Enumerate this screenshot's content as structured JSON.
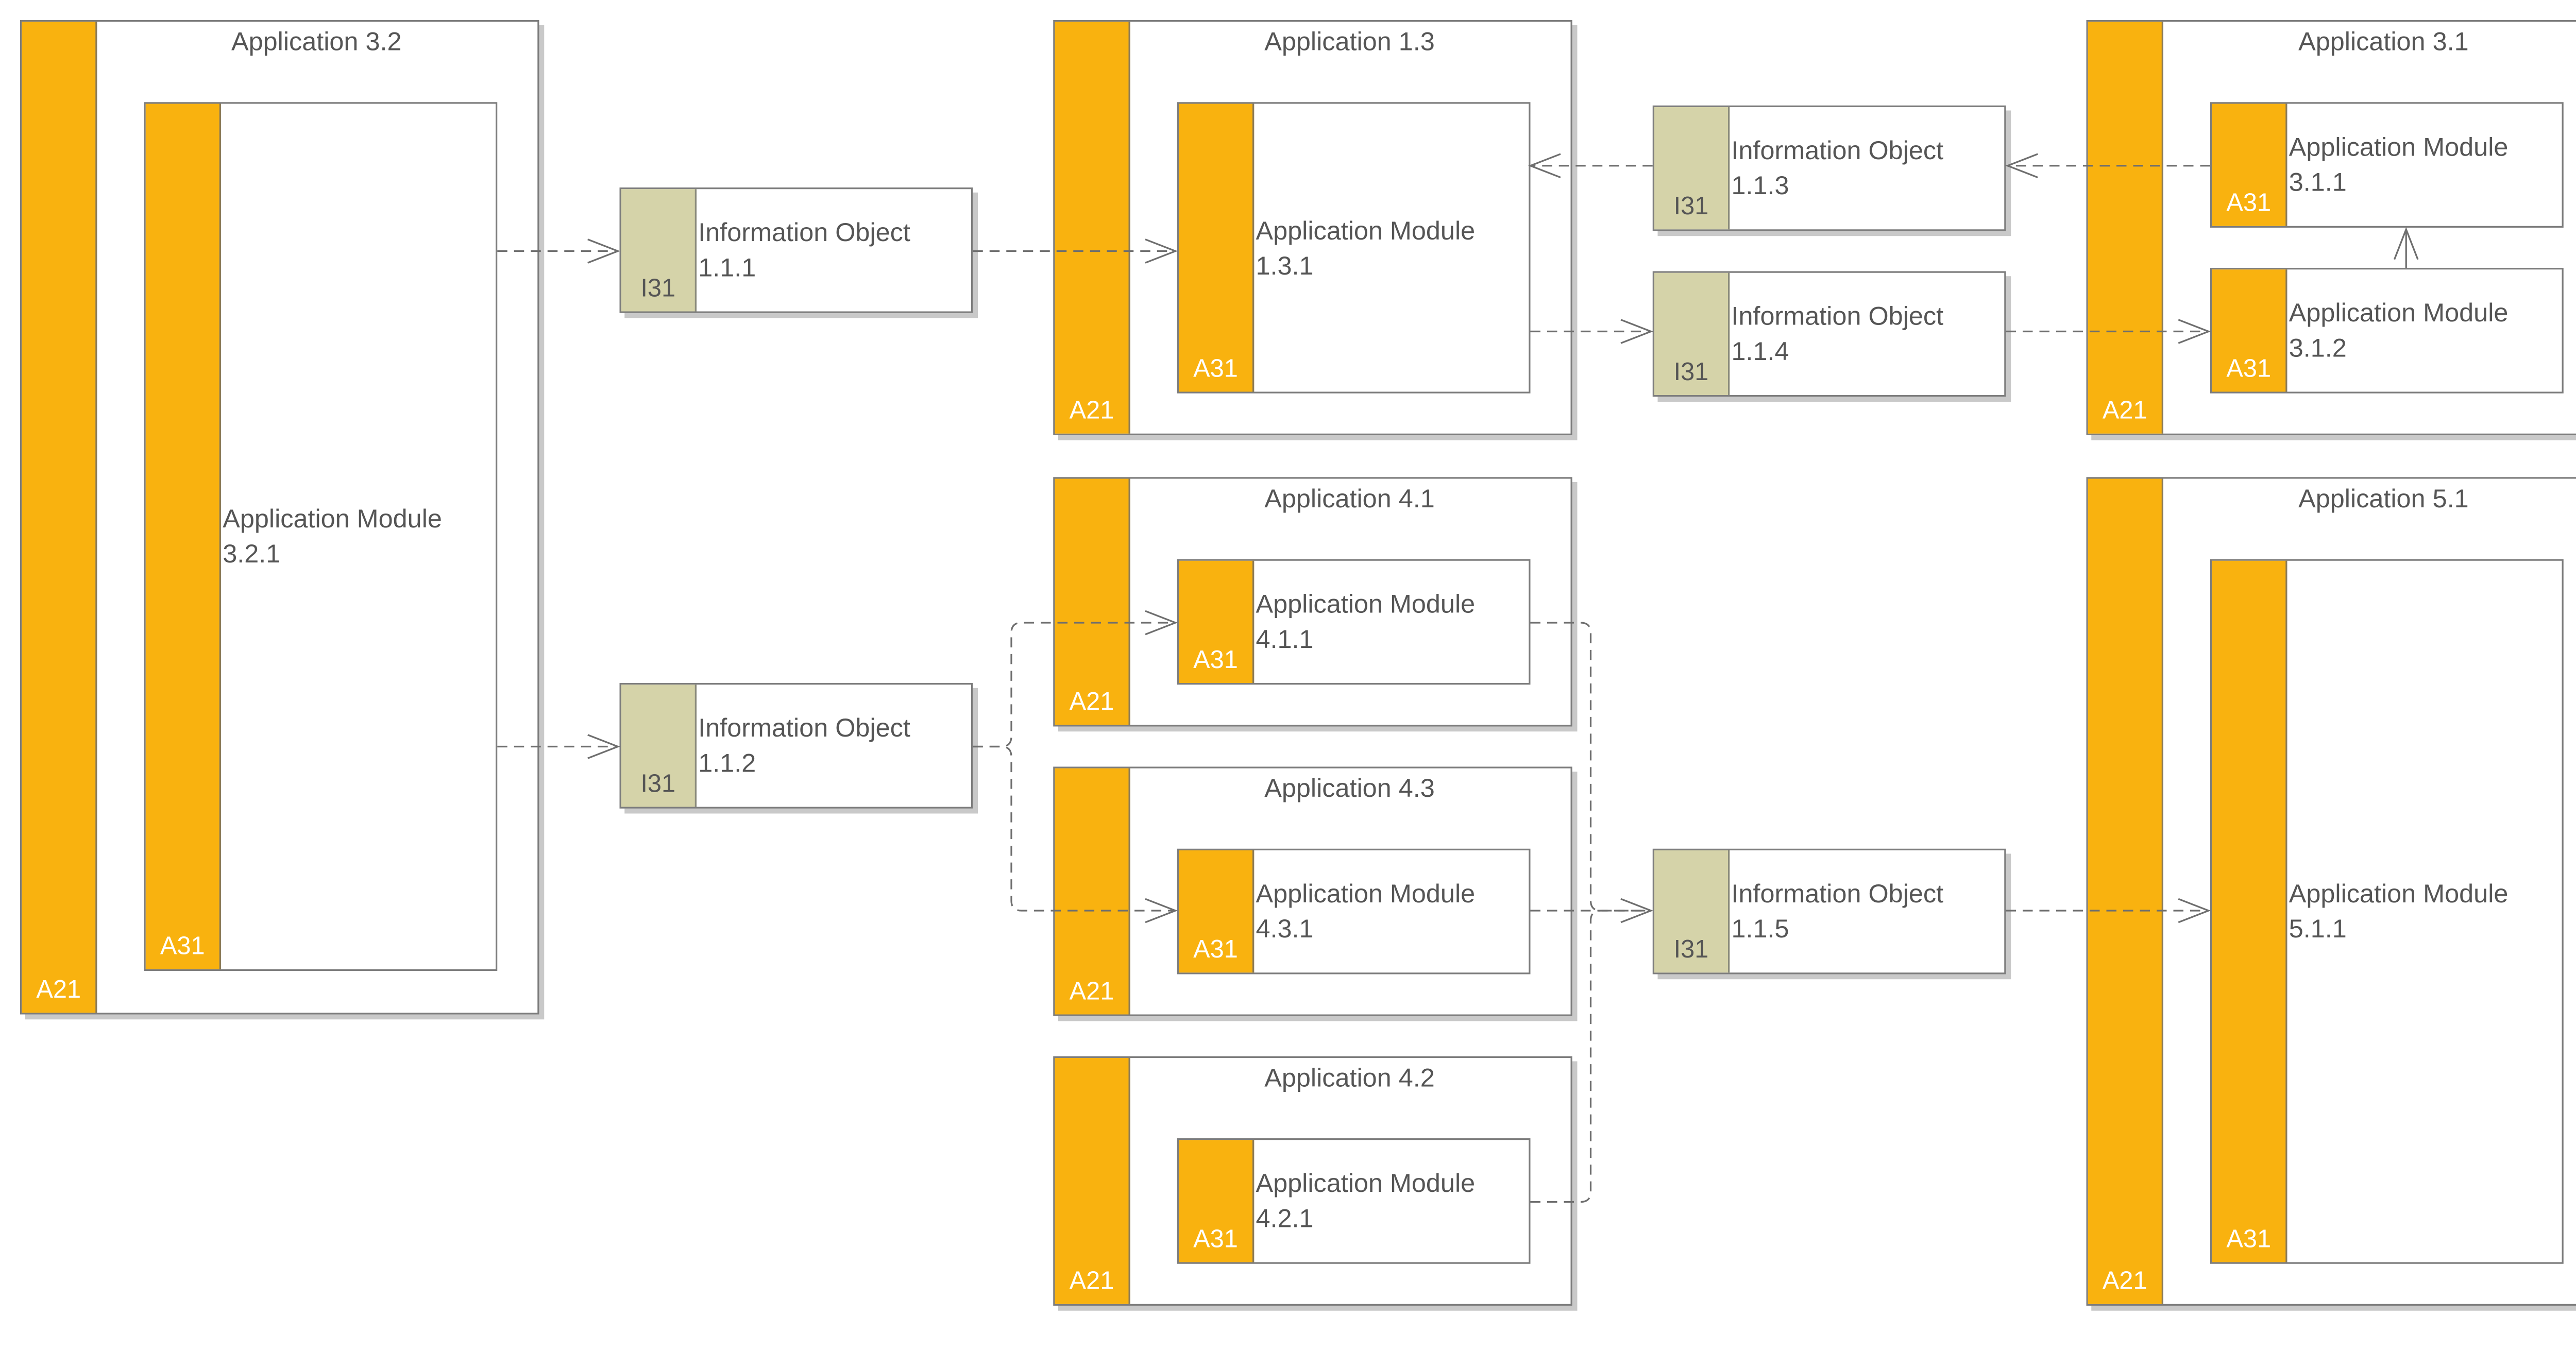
{
  "colors": {
    "application": "#f9b20f",
    "information_object": "#d5d3a9",
    "edge": "#6e6e6e"
  },
  "applications": [
    {
      "id": "app32",
      "title": "Application 3.2",
      "code": "A21"
    },
    {
      "id": "app13",
      "title": "Application 1.3",
      "code": "A21"
    },
    {
      "id": "app31",
      "title": "Application 3.1",
      "code": "A21"
    },
    {
      "id": "app41",
      "title": "Application 4.1",
      "code": "A21"
    },
    {
      "id": "app43",
      "title": "Application 4.3",
      "code": "A21"
    },
    {
      "id": "app42",
      "title": "Application 4.2",
      "code": "A21"
    },
    {
      "id": "app51",
      "title": "Application 5.1",
      "code": "A21"
    }
  ],
  "modules": [
    {
      "id": "mod321",
      "line1": "Application Module",
      "line2": "3.2.1",
      "code": "A31"
    },
    {
      "id": "mod131",
      "line1": "Application Module",
      "line2": "1.3.1",
      "code": "A31"
    },
    {
      "id": "mod311",
      "line1": "Application Module",
      "line2": "3.1.1",
      "code": "A31"
    },
    {
      "id": "mod312",
      "line1": "Application Module",
      "line2": "3.1.2",
      "code": "A31"
    },
    {
      "id": "mod411",
      "line1": "Application Module",
      "line2": "4.1.1",
      "code": "A31"
    },
    {
      "id": "mod431",
      "line1": "Application Module",
      "line2": "4.3.1",
      "code": "A31"
    },
    {
      "id": "mod421",
      "line1": "Application Module",
      "line2": "4.2.1",
      "code": "A31"
    },
    {
      "id": "mod511",
      "line1": "Application Module",
      "line2": "5.1.1",
      "code": "A31"
    }
  ],
  "information_objects": [
    {
      "id": "io111",
      "line1": "Information Object",
      "line2": "1.1.1",
      "code": "I31"
    },
    {
      "id": "io112",
      "line1": "Information Object",
      "line2": "1.1.2",
      "code": "I31"
    },
    {
      "id": "io113",
      "line1": "Information Object",
      "line2": "1.1.3",
      "code": "I31"
    },
    {
      "id": "io114",
      "line1": "Information Object",
      "line2": "1.1.4",
      "code": "I31"
    },
    {
      "id": "io115",
      "line1": "Information Object",
      "line2": "1.1.5",
      "code": "I31"
    }
  ],
  "flows": [
    {
      "from": "mod321",
      "to": "io111"
    },
    {
      "from": "io111",
      "to": "mod131"
    },
    {
      "from": "mod321",
      "to": "io112"
    },
    {
      "from": "io112",
      "to": "mod411"
    },
    {
      "from": "io112",
      "to": "mod431"
    },
    {
      "from": "mod311",
      "to": "io113"
    },
    {
      "from": "io113",
      "to": "mod131"
    },
    {
      "from": "mod131",
      "to": "io114"
    },
    {
      "from": "io114",
      "to": "mod312"
    },
    {
      "from": "mod411",
      "to": "io115"
    },
    {
      "from": "mod431",
      "to": "io115"
    },
    {
      "from": "mod421",
      "to": "io115"
    },
    {
      "from": "io115",
      "to": "mod511"
    },
    {
      "from": "mod312",
      "to": "mod311",
      "style": "solid"
    }
  ]
}
